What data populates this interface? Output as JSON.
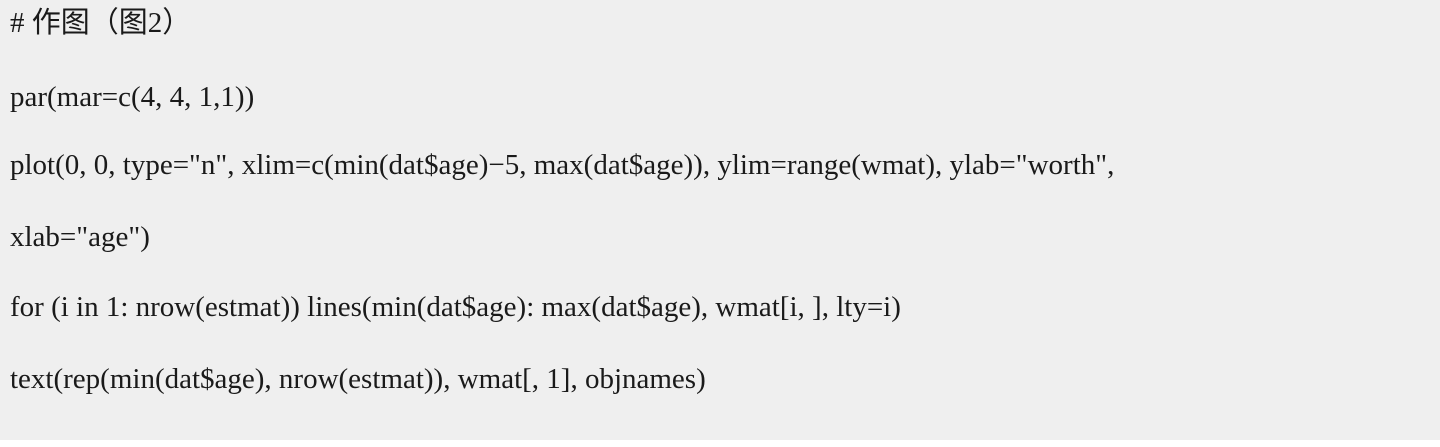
{
  "code": {
    "lines": [
      "# 作图（图2）",
      "par(mar=c(4, 4, 1,1))",
      "plot(0, 0, type=\"n\", xlim=c(min(dat$age)−5, max(dat$age)), ylim=range(wmat), ylab=\"worth\",",
      "xlab=\"age\")",
      "for (i in 1: nrow(estmat)) lines(min(dat$age): max(dat$age), wmat[i, ], lty=i)",
      "text(rep(min(dat$age), nrow(estmat)), wmat[, 1], objnames)"
    ]
  }
}
